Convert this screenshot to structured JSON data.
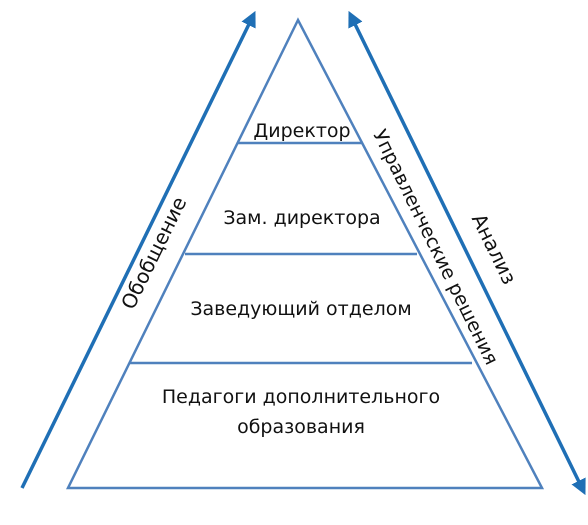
{
  "pyramid": {
    "outline_color": "#4f81bd",
    "levels": [
      {
        "lines": [
          "Директор"
        ]
      },
      {
        "lines": [
          "Зам. директора"
        ]
      },
      {
        "lines": [
          "Заведующий отделом"
        ]
      },
      {
        "lines": [
          "Педагоги дополнительного",
          "образования"
        ]
      }
    ]
  },
  "arrows": {
    "color": "#1f6fb5",
    "left_label": "Обобщение",
    "middle_label": "Управленческие решения",
    "right_label": "Анализ"
  }
}
